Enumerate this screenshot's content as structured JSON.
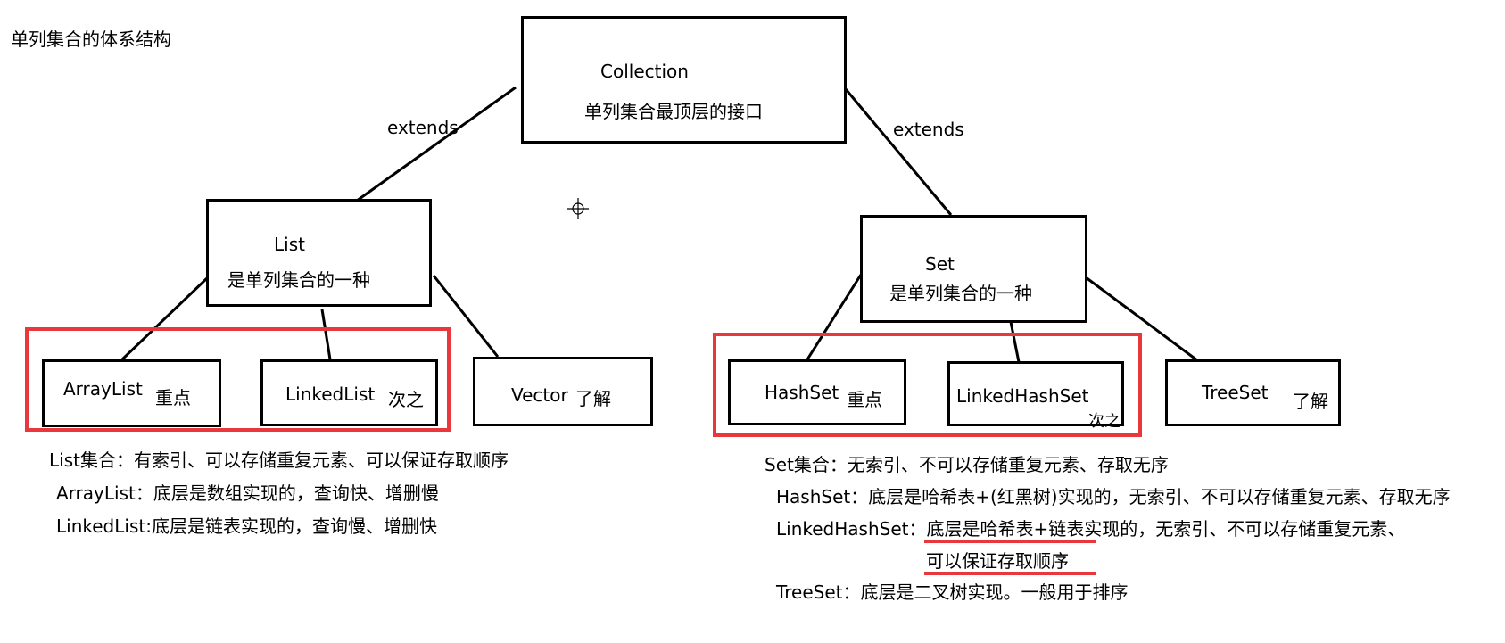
{
  "title": "单列集合的体系结构",
  "collection": {
    "name": "Collection",
    "desc": "单列集合最顶层的接口"
  },
  "edges": {
    "left": "extends",
    "right": "extends"
  },
  "list": {
    "name": "List",
    "desc": "是单列集合的一种",
    "children": [
      {
        "name": "ArrayList",
        "note": "重点"
      },
      {
        "name": "LinkedList",
        "note": "次之"
      },
      {
        "name": "Vector",
        "note": "了解"
      }
    ],
    "notes": [
      "List集合：有索引、可以存储重复元素、可以保证存取顺序",
      "ArrayList：底层是数组实现的，查询快、增删慢",
      "LinkedList:底层是链表实现的，查询慢、增删快"
    ]
  },
  "set": {
    "name": "Set",
    "desc": "是单列集合的一种",
    "children": [
      {
        "name": "HashSet",
        "note": "重点"
      },
      {
        "name": "LinkedHashSet",
        "note": "次之"
      },
      {
        "name": "TreeSet",
        "note": "了解"
      }
    ],
    "notes": [
      "Set集合：无索引、不可以存储重复元素、存取无序",
      "HashSet：底层是哈希表+(红黑树)实现的，无索引、不可以存储重复元素、存取无序",
      "LinkedHashSet：底层是哈希表+链表实现的，无索引、不可以存储重复元素、",
      "可以保证存取顺序",
      "TreeSet：底层是二叉树实现。一般用于排序"
    ]
  },
  "colors": {
    "highlight": "#e8373d",
    "line": "#000000"
  }
}
